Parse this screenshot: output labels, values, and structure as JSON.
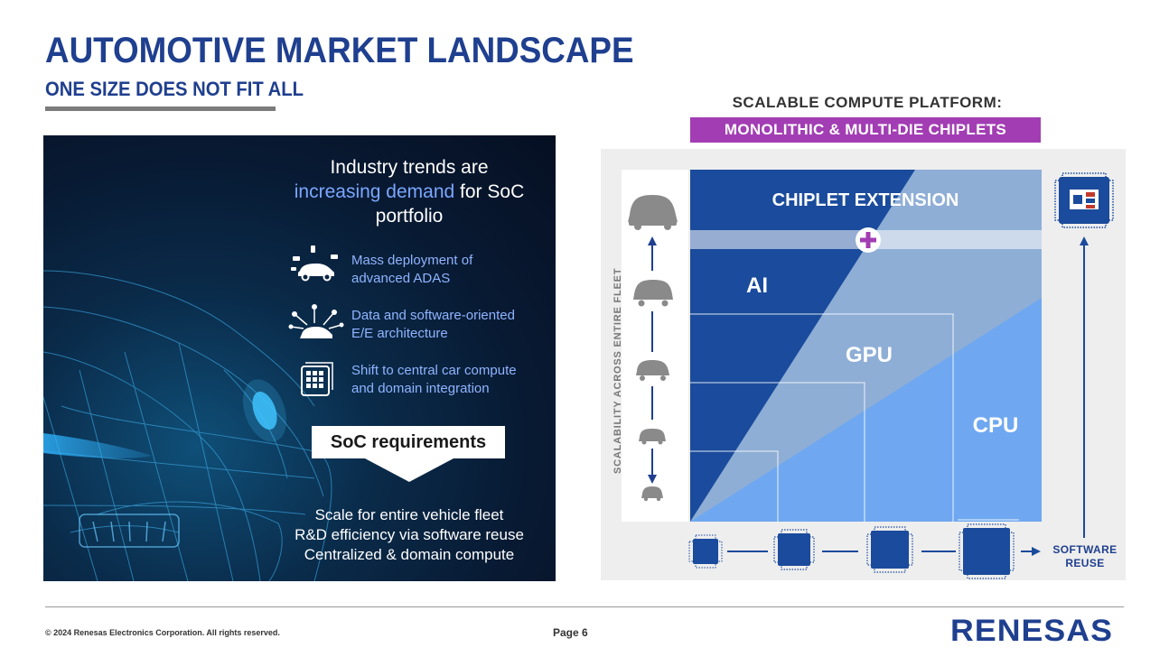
{
  "header": {
    "title": "AUTOMOTIVE MARKET LANDSCAPE",
    "subtitle": "ONE SIZE DOES NOT FIT ALL"
  },
  "left_panel": {
    "heading_line1": "Industry trends are",
    "heading_highlight": "increasing demand",
    "heading_rest": " for SoC",
    "heading_line3": "portfolio",
    "trends": [
      {
        "line1": "Mass deployment of",
        "line2": "advanced ADAS",
        "icon": "car-sensors-icon"
      },
      {
        "line1": "Data and software-oriented",
        "line2": "E/E architecture",
        "icon": "connected-car-icon"
      },
      {
        "line1": "Shift to central car compute",
        "line2": "and domain integration",
        "icon": "chip-grid-icon"
      }
    ],
    "requirements_label": "SoC requirements",
    "requirements": [
      "Scale for entire vehicle fleet",
      "R&D efficiency via software reuse",
      "Centralized & domain compute"
    ]
  },
  "diagram": {
    "title": "SCALABLE COMPUTE PLATFORM:",
    "subtitle": "MONOLITHIC & MULTI-DIE CHIPLETS",
    "chiplet_label": "CHIPLET EXTENSION",
    "ai_label": "AI",
    "gpu_label": "GPU",
    "cpu_label": "CPU",
    "y_axis_label": "SCALABILITY ACROSS ENTIRE FLEET",
    "x_axis_line1": "SOFTWARE",
    "x_axis_line2": "REUSE",
    "colors": {
      "dark_blue": "#1a4b9c",
      "mid_blue": "#8eaed6",
      "light_blue": "#6fa8f0",
      "accent_purple": "#a23db4"
    }
  },
  "footer": {
    "copyright": "© 2024 Renesas Electronics Corporation. All rights reserved.",
    "page": "Page 6",
    "logo": "RENESAS"
  }
}
